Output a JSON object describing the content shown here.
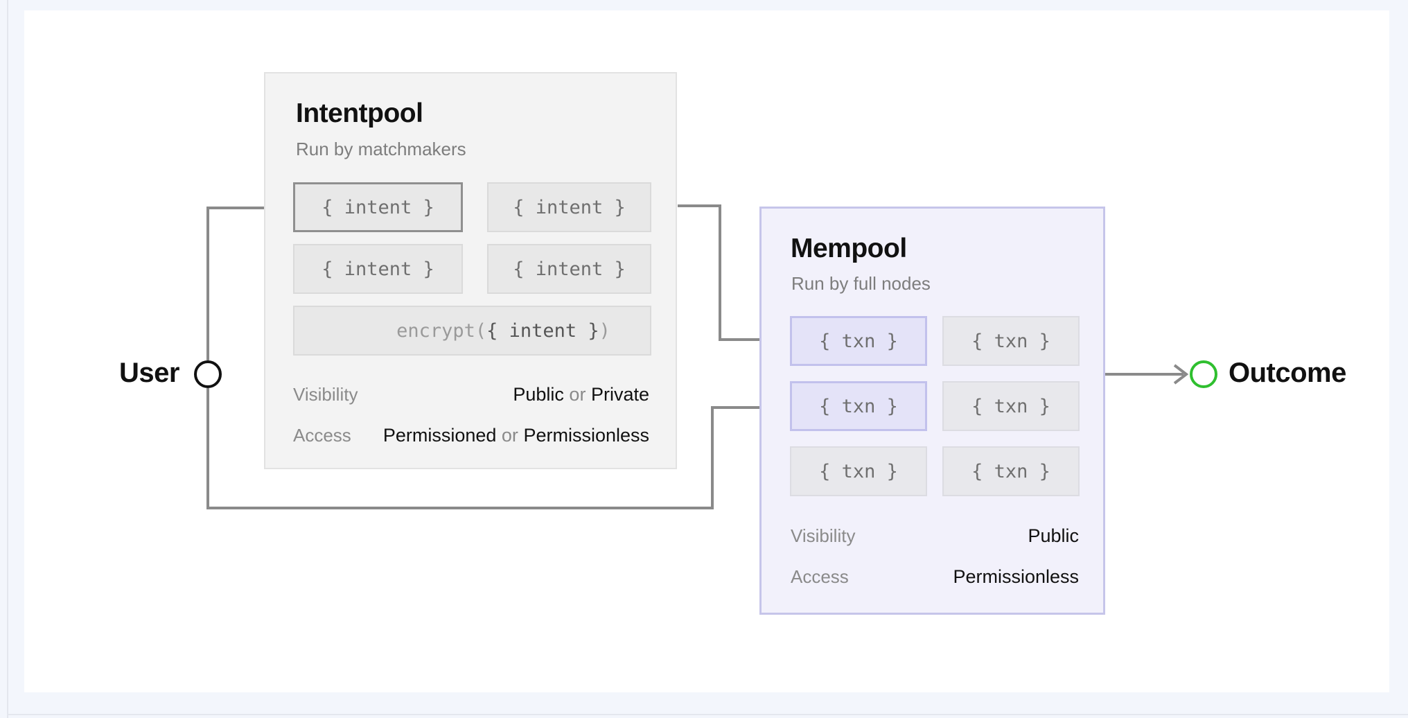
{
  "user": {
    "label": "User"
  },
  "outcome": {
    "label": "Outcome"
  },
  "intentpool": {
    "title": "Intentpool",
    "subtitle": "Run by matchmakers",
    "intent_chip": "{ intent }",
    "encrypt_prefix": "encrypt(",
    "encrypt_inner": "{ intent }",
    "encrypt_suffix": ")",
    "visibility": {
      "label": "Visibility",
      "a": "Public",
      "or": "or",
      "b": "Private"
    },
    "access": {
      "label": "Access",
      "a": "Permissioned",
      "or": "or",
      "b": "Permissionless"
    }
  },
  "mempool": {
    "title": "Mempool",
    "subtitle": "Run by full nodes",
    "txn_chip": "{ txn }",
    "visibility": {
      "label": "Visibility",
      "value": "Public"
    },
    "access": {
      "label": "Access",
      "value": "Permissionless"
    }
  },
  "colors": {
    "wire": "#8a8a8a",
    "user_node": "#111111",
    "outcome_node": "#2fbf2f",
    "intentpool_bg": "#f3f3f3",
    "mempool_bg": "#f2f1fb",
    "mempool_border": "#c6c5ea"
  }
}
